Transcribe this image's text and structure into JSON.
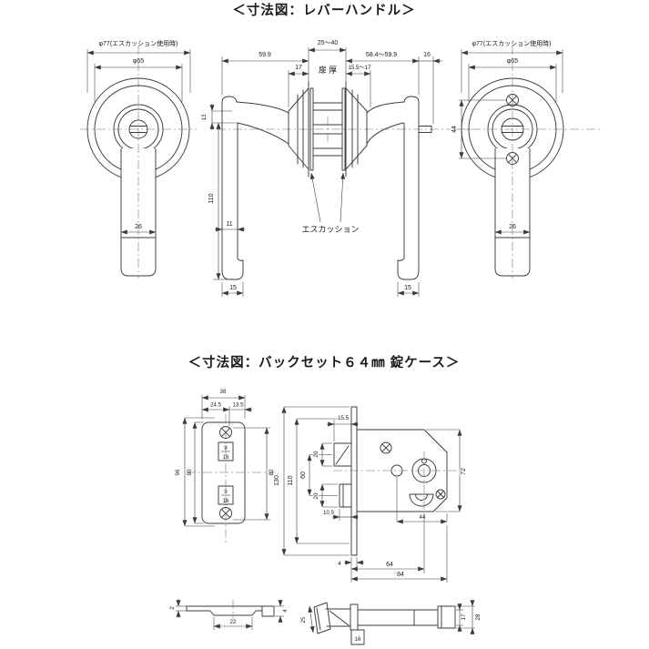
{
  "colors": {
    "background": "#ffffff",
    "ink": "#3b3b3b"
  },
  "lever": {
    "title": "＜寸法図：レバーハンドル＞",
    "left_view": {
      "esc_dia": "φ77(エスカッション使用時)",
      "rose_dia": "φ65",
      "grip_w": "26"
    },
    "side_view": {
      "proj_left": "59.9",
      "door_range": "25～40",
      "door_label": "扉 厚",
      "proj_right": "58.4～59.9",
      "spindle": "16",
      "rose_l": "17",
      "rose_r": "15.5～17",
      "neck": "13",
      "length": "110",
      "bar_w": "11",
      "tip_l": "15",
      "tip_r": "15",
      "esc_label": "エスカッション"
    },
    "right_view": {
      "esc_dia": "φ77(エスカッション使用時)",
      "rose_dia": "φ65",
      "screw_pitch": "44",
      "grip_w": "26"
    }
  },
  "lockcase": {
    "title": "＜寸法図：バックセット６４㎜ 錠ケース＞",
    "strike": {
      "w": "38",
      "w_l": "24.5",
      "w_r": "13.5",
      "h_outer": "96",
      "h_inner": "90",
      "h_right": "82",
      "hole_w": "9",
      "hole_h": "16"
    },
    "case": {
      "front_h": "130",
      "pitch": "110",
      "bolt_gap": "60",
      "latch_h": "20",
      "latch_d": "15.5",
      "dead_h": "20",
      "dead_d": "10.5",
      "case_h": "72",
      "back_w": "44",
      "front_t": "4",
      "backset": "64",
      "depth": "84"
    },
    "edge": {
      "t": "2",
      "hole": "22",
      "d": "4"
    },
    "latch_unit": {
      "plate": "25",
      "tab": "16",
      "dia": "17",
      "total": "28"
    }
  }
}
